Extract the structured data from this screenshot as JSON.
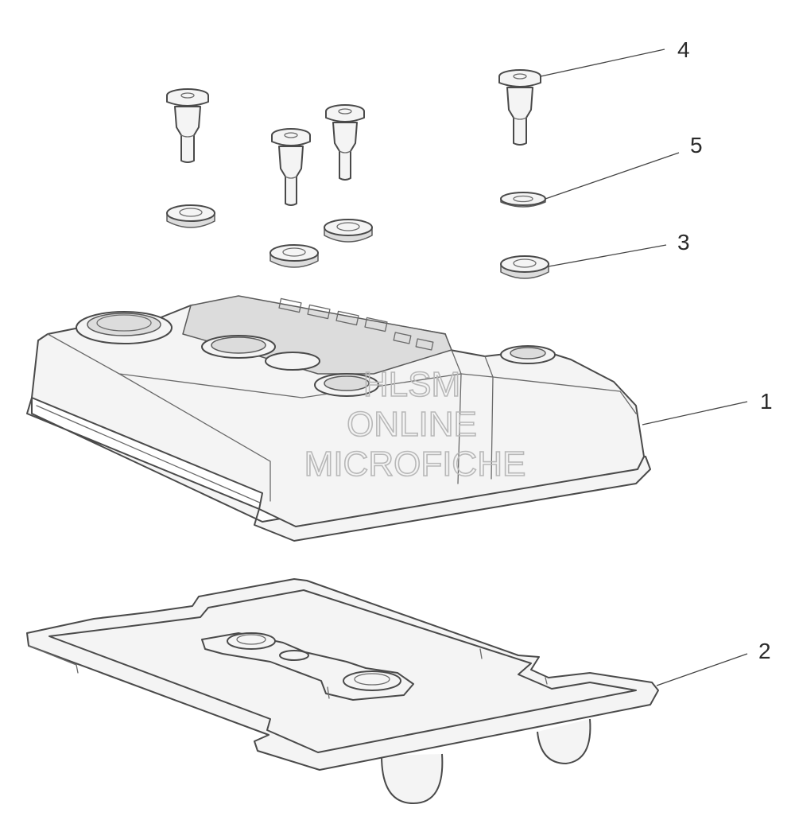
{
  "watermark": {
    "line1": "HLSM",
    "line2": "ONLINE",
    "line3": "MICROFICHE"
  },
  "callouts": [
    {
      "label": "1",
      "part": "valve-cover"
    },
    {
      "label": "2",
      "part": "gasket"
    },
    {
      "label": "3",
      "part": "grommet"
    },
    {
      "label": "4",
      "part": "bolt"
    },
    {
      "label": "5",
      "part": "washer"
    }
  ]
}
